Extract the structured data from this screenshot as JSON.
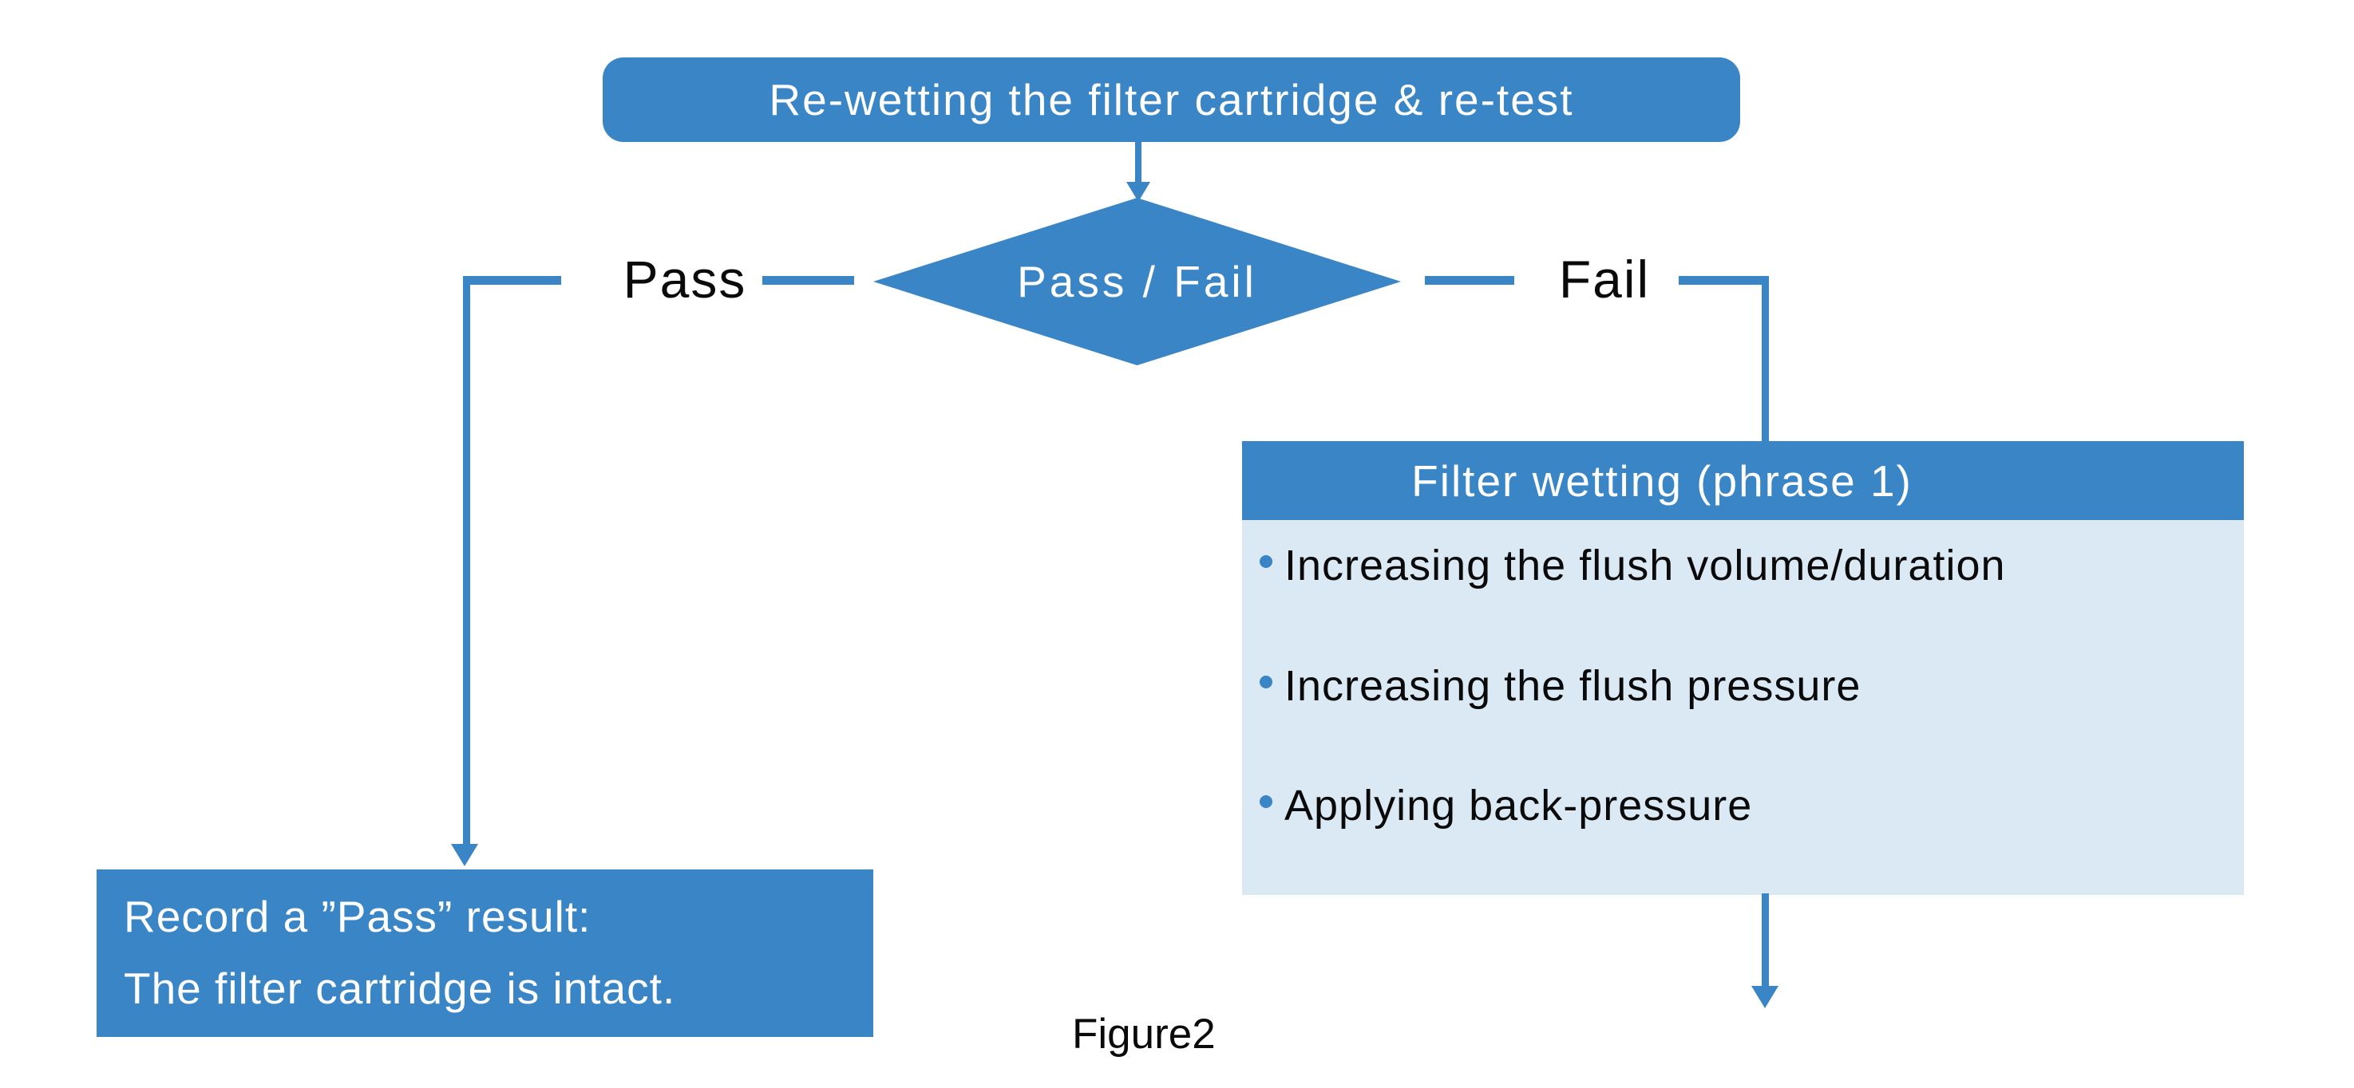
{
  "colors": {
    "accent_blue": "#3A85C6",
    "light_blue": "#DBE9F5",
    "text_dark": "#0A0A0A",
    "text_light": "#FFFFFF"
  },
  "flowchart": {
    "start": {
      "label": "Re-wetting the filter cartridge & re-test"
    },
    "decision": {
      "label": "Pass / Fail"
    },
    "branches": {
      "pass": {
        "label": "Pass"
      },
      "fail": {
        "label": "Fail"
      }
    },
    "filter_wetting": {
      "title": "Filter wetting (phrase 1)",
      "items": [
        {
          "text": "Increasing the flush volume/duration"
        },
        {
          "text": "Increasing the flush pressure"
        },
        {
          "text": "Applying back-pressure"
        }
      ]
    },
    "pass_result": {
      "line1": "Record a ”Pass” result:",
      "line2": "The filter cartridge is intact."
    }
  },
  "figure": {
    "caption": "Figure2"
  }
}
